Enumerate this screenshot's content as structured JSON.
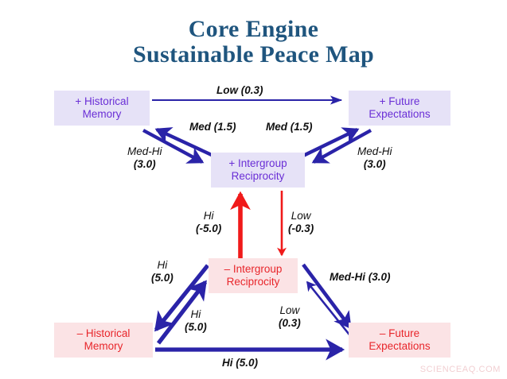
{
  "title": {
    "line1": "Core Engine",
    "line2": "Sustainable Peace Map",
    "color": "#1f557e"
  },
  "colors": {
    "background": "#ffffff",
    "positive_node_fill": "#e6e2f7",
    "positive_node_text": "#6a2fd6",
    "negative_node_fill": "#fbe3e5",
    "negative_node_text": "#e8262b",
    "blue_arrow": "#2a23a8",
    "red_arrow": "#f01a1a",
    "label_text": "#111111",
    "watermark": "#f2cfd2"
  },
  "nodes": [
    {
      "id": "pos-historical-memory",
      "line1": "+ Historical",
      "line2": "Memory",
      "polarity": "positive"
    },
    {
      "id": "pos-future-expectations",
      "line1": "+ Future",
      "line2": "Expectations",
      "polarity": "positive"
    },
    {
      "id": "pos-intergroup-reciprocity",
      "line1": "+ Intergroup",
      "line2": "Reciprocity",
      "polarity": "positive"
    },
    {
      "id": "neg-intergroup-reciprocity",
      "line1": "– Intergroup",
      "line2": "Reciprocity",
      "polarity": "negative"
    },
    {
      "id": "neg-historical-memory",
      "line1": "– Historical",
      "line2": "Memory",
      "polarity": "negative"
    },
    {
      "id": "neg-future-expectations",
      "line1": "– Future",
      "line2": "Expectations",
      "polarity": "negative"
    }
  ],
  "edges": [
    {
      "id": "pos-hist-to-pos-fut",
      "from": "pos-historical-memory",
      "to": "pos-future-expectations",
      "strength": "Low",
      "weight": "(0.3)",
      "label_full": "Low (0.3)",
      "color": "#2a23a8"
    },
    {
      "id": "pos-recip-to-pos-hist",
      "from": "pos-intergroup-reciprocity",
      "to": "pos-historical-memory",
      "strength": "Med",
      "weight": "(1.5)",
      "label_full": "Med (1.5)",
      "color": "#2a23a8"
    },
    {
      "id": "pos-hist-to-pos-recip",
      "from": "pos-historical-memory",
      "to": "pos-intergroup-reciprocity",
      "strength": "Med-Hi",
      "weight": "(3.0)",
      "label_line1": "Med-Hi",
      "label_line2": "(3.0)",
      "color": "#2a23a8"
    },
    {
      "id": "pos-recip-to-pos-fut",
      "from": "pos-intergroup-reciprocity",
      "to": "pos-future-expectations",
      "strength": "Med",
      "weight": "(1.5)",
      "label_full": "Med (1.5)",
      "color": "#2a23a8"
    },
    {
      "id": "pos-fut-to-pos-recip",
      "from": "pos-future-expectations",
      "to": "pos-intergroup-reciprocity",
      "strength": "Med-Hi",
      "weight": "(3.0)",
      "label_line1": "Med-Hi",
      "label_line2": "(3.0)",
      "color": "#2a23a8"
    },
    {
      "id": "neg-recip-to-pos-recip",
      "from": "neg-intergroup-reciprocity",
      "to": "pos-intergroup-reciprocity",
      "strength": "Hi",
      "weight": "(-5.0)",
      "label_line1": "Hi",
      "label_line2": "(-5.0)",
      "color": "#f01a1a"
    },
    {
      "id": "pos-recip-to-neg-recip",
      "from": "pos-intergroup-reciprocity",
      "to": "neg-intergroup-reciprocity",
      "strength": "Low",
      "weight": "(-0.3)",
      "label_line1": "Low",
      "label_line2": "(-0.3)",
      "color": "#f01a1a"
    },
    {
      "id": "neg-recip-to-neg-hist",
      "from": "neg-intergroup-reciprocity",
      "to": "neg-historical-memory",
      "strength": "Hi",
      "weight": "(5.0)",
      "label_line1": "Hi",
      "label_line2": "(5.0)",
      "color": "#2a23a8"
    },
    {
      "id": "neg-hist-to-neg-recip",
      "from": "neg-historical-memory",
      "to": "neg-intergroup-reciprocity",
      "strength": "Hi",
      "weight": "(5.0)",
      "label_line1": "Hi",
      "label_line2": "(5.0)",
      "color": "#2a23a8"
    },
    {
      "id": "neg-recip-to-neg-fut",
      "from": "neg-intergroup-reciprocity",
      "to": "neg-future-expectations",
      "strength": "Med-Hi",
      "weight": "(3.0)",
      "label_full": "Med-Hi (3.0)",
      "color": "#2a23a8"
    },
    {
      "id": "neg-fut-to-neg-recip",
      "from": "neg-future-expectations",
      "to": "neg-intergroup-reciprocity",
      "strength": "Low",
      "weight": "(0.3)",
      "label_line1": "Low",
      "label_line2": "(0.3)",
      "color": "#2a23a8"
    },
    {
      "id": "neg-hist-to-neg-fut",
      "from": "neg-historical-memory",
      "to": "neg-future-expectations",
      "strength": "Hi",
      "weight": "(5.0)",
      "label_full": "Hi (5.0)",
      "color": "#2a23a8"
    }
  ],
  "watermark": {
    "text": "SCIENCEAQ.COM"
  }
}
